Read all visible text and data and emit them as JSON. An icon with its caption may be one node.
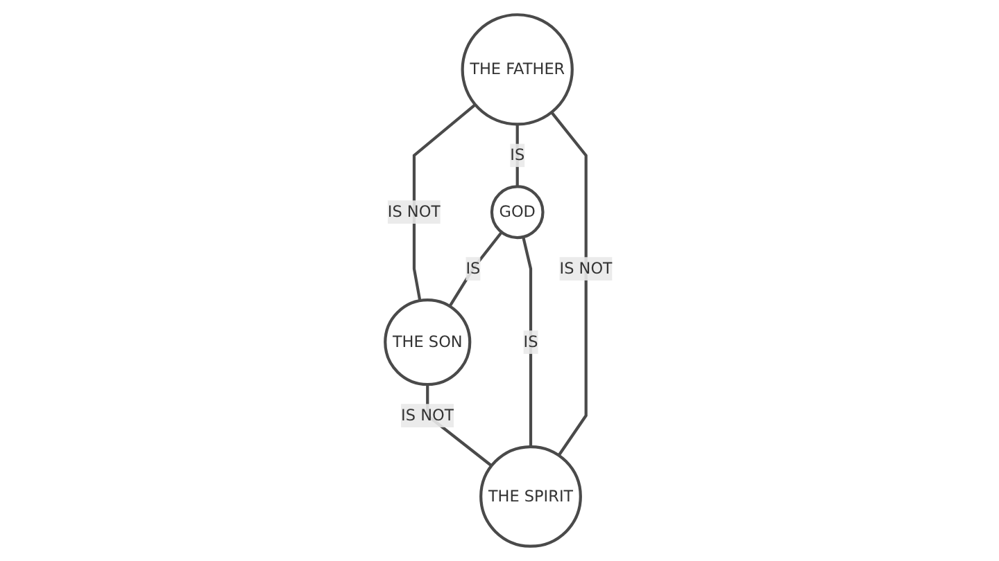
{
  "diagram": {
    "nodes": [
      {
        "text": [
          "THE FATHER"
        ]
      },
      {
        "text": [
          "GOD"
        ]
      },
      {
        "text": [
          "THE SON"
        ]
      },
      {
        "text": [
          "THE SPIRIT"
        ]
      }
    ],
    "edges": [
      {
        "from": 0,
        "to": 2,
        "arrow": "none",
        "label": "IS NOT"
      },
      {
        "from": 0,
        "to": 1,
        "arrow": "none",
        "label": "IS"
      },
      {
        "from": 0,
        "to": 3,
        "arrow": "none",
        "label": "IS NOT"
      },
      {
        "from": 1,
        "to": 2,
        "arrow": "none",
        "label": "IS"
      },
      {
        "from": 1,
        "to": 3,
        "arrow": "none",
        "label": "IS"
      },
      {
        "from": 2,
        "to": 3,
        "arrow": "none",
        "label": "IS NOT"
      }
    ]
  }
}
